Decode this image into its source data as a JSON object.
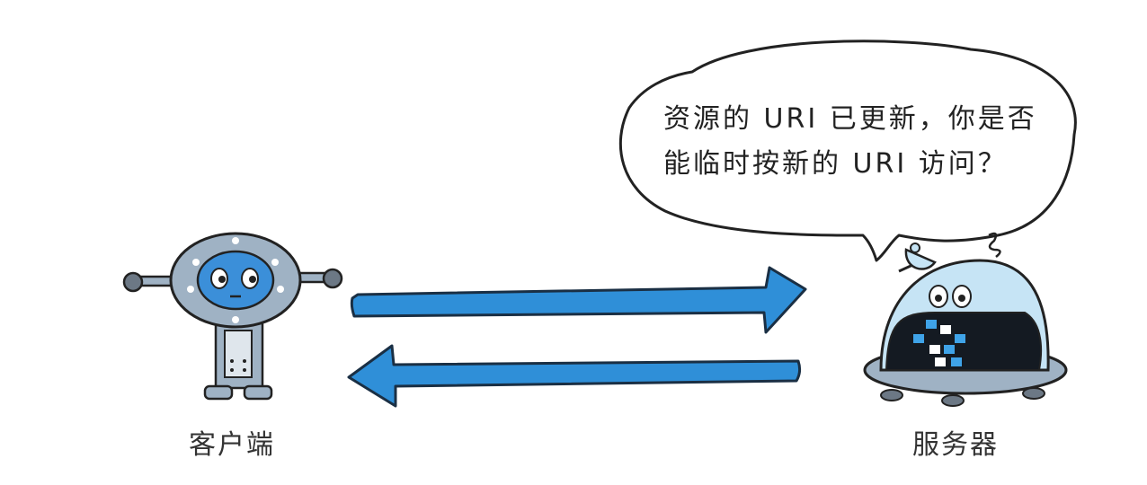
{
  "speech_bubble": {
    "line1": "资源的 URI 已更新，你是否",
    "line2": "能临时按新的 URI 访问？"
  },
  "client": {
    "label": "客户端"
  },
  "server": {
    "label": "服务器"
  },
  "colors": {
    "arrow": "#2f8fd8",
    "arrow_outline": "#1a2f44",
    "client_body": "#9fb2c4",
    "client_face": "#3b8fd9",
    "server_dome": "#c6e4f5",
    "server_screen": "#141a22",
    "server_pixels": "#3fa3e8"
  }
}
